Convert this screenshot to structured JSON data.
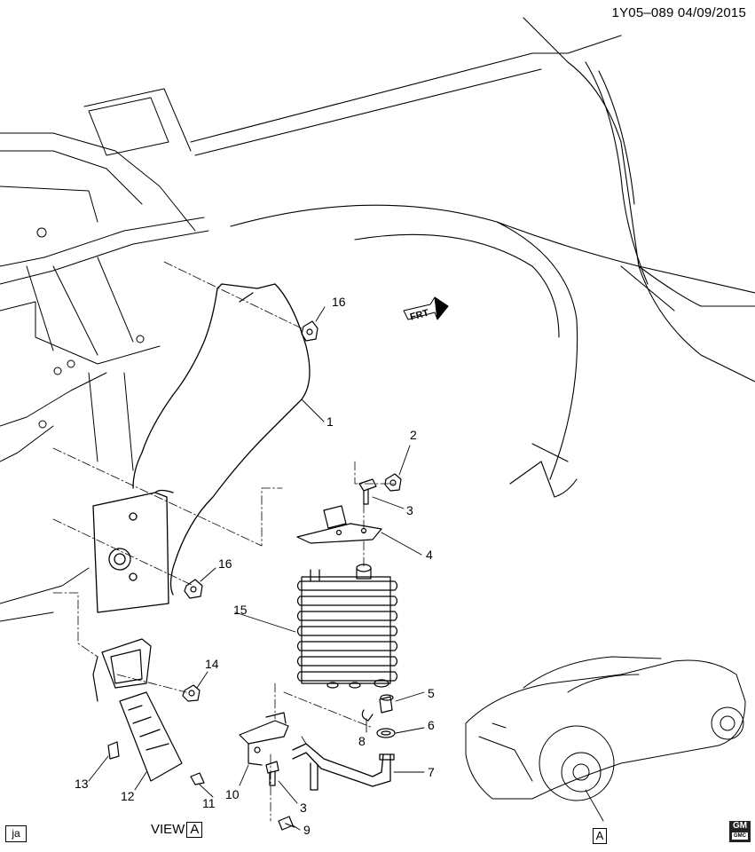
{
  "header": {
    "code": "1Y05–089  04/09/2015"
  },
  "footer": {
    "left_tag": "ja",
    "view_label": "VIEW",
    "view_letter": "A",
    "detail_letter": "A",
    "brand_top": "GM",
    "brand_bottom": "GMC"
  },
  "direction": {
    "label": "FRT"
  },
  "callouts": [
    "1",
    "2",
    "3",
    "4",
    "5",
    "6",
    "7",
    "8",
    "9",
    "10",
    "11",
    "12",
    "13",
    "14",
    "15",
    "16",
    "16",
    "3"
  ]
}
